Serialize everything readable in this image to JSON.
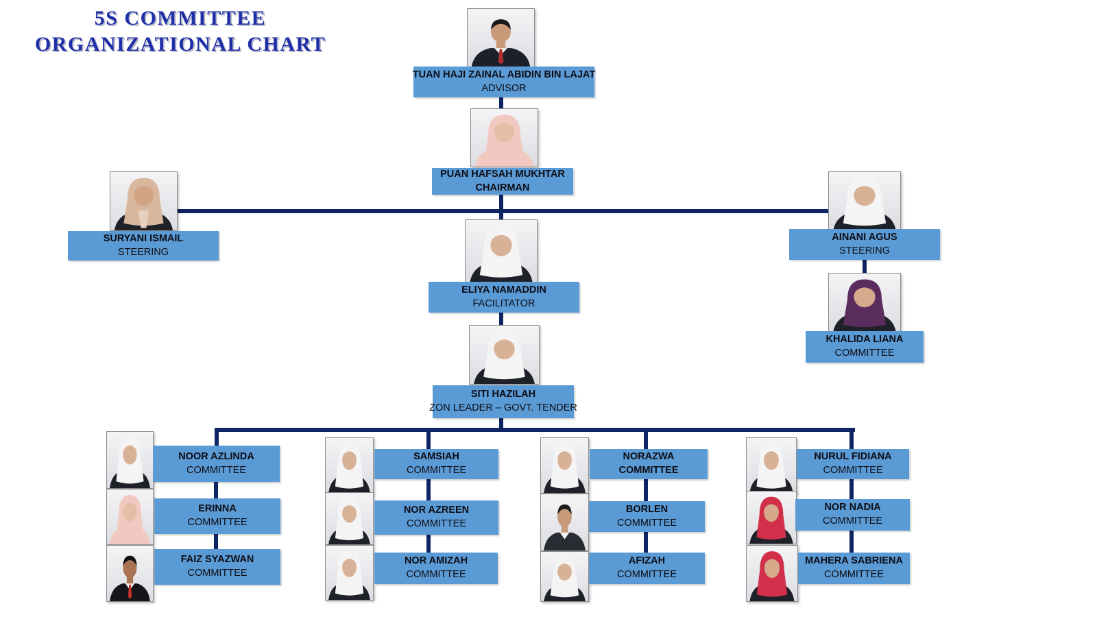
{
  "title": {
    "line1": "5S COMMITTEE",
    "line2": "ORGANIZATIONAL CHART"
  },
  "advisor": {
    "name": "TUAN HAJI ZAINAL ABIDIN BIN LAJAT",
    "role": "ADVISOR"
  },
  "chairman": {
    "name": "PUAN HAFSAH MUKHTAR",
    "role": "CHAIRMAN"
  },
  "steering_left": {
    "name": "SURYANI ISMAIL",
    "role": "STEERING"
  },
  "steering_right": {
    "name": "AINANI AGUS",
    "role": "STEERING"
  },
  "khalida": {
    "name": "KHALIDA LIANA",
    "role": "COMMITTEE"
  },
  "facilitator": {
    "name": "ELIYA NAMADDIN",
    "role": "FACILITATOR"
  },
  "zone_leader": {
    "name": "SITI HAZILAH",
    "role": "ZON LEADER – GOVT. TENDER"
  },
  "committee_columns": [
    [
      {
        "name": "NOOR AZLINDA",
        "role": "COMMITTEE"
      },
      {
        "name": "ERINNA",
        "role": "COMMITTEE"
      },
      {
        "name": "FAIZ SYAZWAN",
        "role": "COMMITTEE"
      }
    ],
    [
      {
        "name": "SAMSIAH",
        "role": "COMMITTEE"
      },
      {
        "name": "NOR AZREEN",
        "role": "COMMITTEE"
      },
      {
        "name": "NOR AMIZAH",
        "role": "COMMITTEE"
      }
    ],
    [
      {
        "name": "NORAZWA",
        "role": "COMMITTEE"
      },
      {
        "name": "BORLEN",
        "role": "COMMITTEE"
      },
      {
        "name": "AFIZAH",
        "role": "COMMITTEE"
      }
    ],
    [
      {
        "name": "NURUL FIDIANA",
        "role": "COMMITTEE"
      },
      {
        "name": "NOR NADIA",
        "role": "COMMITTEE"
      },
      {
        "name": "MAHERA SABRIENA",
        "role": "COMMITTEE"
      }
    ]
  ],
  "colors": {
    "box_fill": "#5b9bd5",
    "connector": "#0f2563",
    "title_text": "#1f2fa8"
  }
}
